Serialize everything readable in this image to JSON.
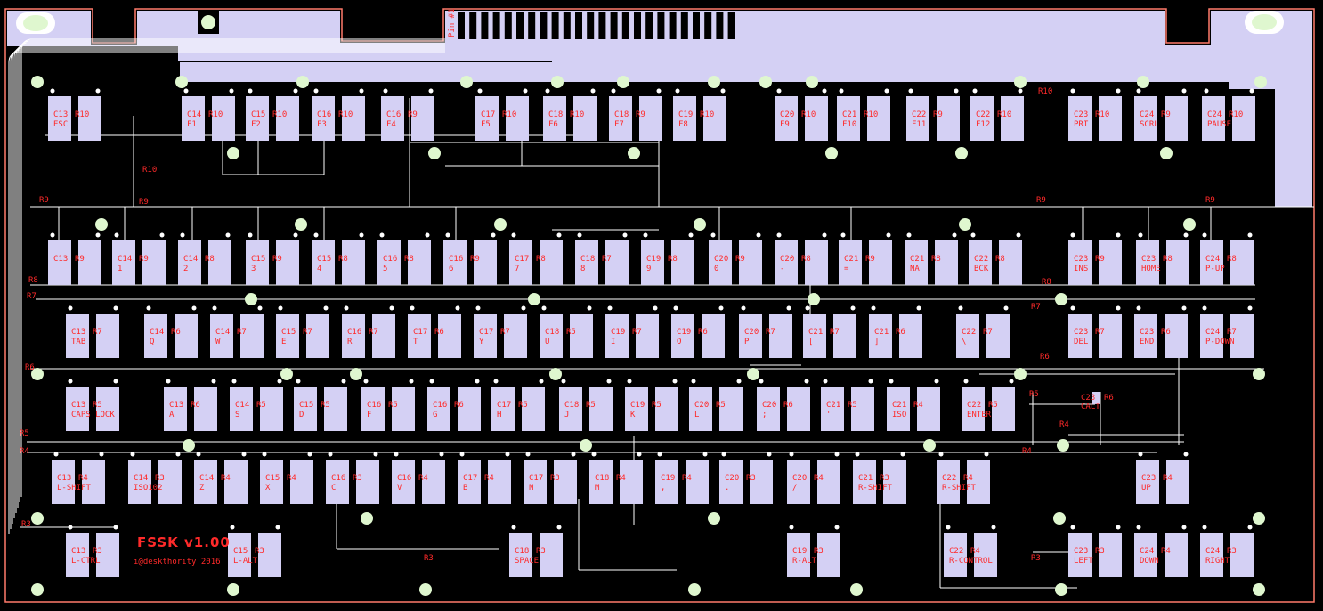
{
  "board": {
    "title": "FSSK v1.00",
    "credit": "i@deskthority 2016",
    "pin_label": "Pin #1",
    "colors": {
      "background": "#000000",
      "copper": "#d4d0f4",
      "silk": "#ff2a2a",
      "hole": "#dff7cf",
      "trace": "#ffffff"
    }
  },
  "row_labels": [
    {
      "text": "R10"
    },
    {
      "text": "R10"
    },
    {
      "text": "R9"
    },
    {
      "text": "R9"
    },
    {
      "text": "R9"
    },
    {
      "text": "R9"
    },
    {
      "text": "R8"
    },
    {
      "text": "R8"
    },
    {
      "text": "R7"
    },
    {
      "text": "R7"
    },
    {
      "text": "R6"
    },
    {
      "text": "R6"
    },
    {
      "text": "R5"
    },
    {
      "text": "R5"
    },
    {
      "text": "R4"
    },
    {
      "text": "R4"
    },
    {
      "text": "R4"
    },
    {
      "text": "R3"
    },
    {
      "text": "R3"
    },
    {
      "text": "R3"
    }
  ],
  "rows": [
    [
      {
        "c": "C13",
        "r": "R10",
        "k": "ESC"
      },
      {
        "c": "C14",
        "r": "R10",
        "k": "F1"
      },
      {
        "c": "C15",
        "r": "R10",
        "k": "F2"
      },
      {
        "c": "C16",
        "r": "R10",
        "k": "F3"
      },
      {
        "c": "C16",
        "r": "R9",
        "k": "F4"
      },
      {
        "c": "C17",
        "r": "R10",
        "k": "F5"
      },
      {
        "c": "C18",
        "r": "R10",
        "k": "F6"
      },
      {
        "c": "C18",
        "r": "R9",
        "k": "F7"
      },
      {
        "c": "C19",
        "r": "R10",
        "k": "F8"
      },
      {
        "c": "C20",
        "r": "R10",
        "k": "F9"
      },
      {
        "c": "C21",
        "r": "R10",
        "k": "F10"
      },
      {
        "c": "C22",
        "r": "R9",
        "k": "F11"
      },
      {
        "c": "C22",
        "r": "R10",
        "k": "F12"
      },
      {
        "c": "C23",
        "r": "R10",
        "k": "PRT"
      },
      {
        "c": "C24",
        "r": "R9",
        "k": "SCRL"
      },
      {
        "c": "C24",
        "r": "R10",
        "k": "PAUSE"
      }
    ],
    [
      {
        "c": "C13",
        "r": "R9",
        "k": ""
      },
      {
        "c": "C14",
        "r": "R9",
        "k": "1"
      },
      {
        "c": "C14",
        "r": "R8",
        "k": "2"
      },
      {
        "c": "C15",
        "r": "R9",
        "k": "3"
      },
      {
        "c": "C15",
        "r": "R8",
        "k": "4"
      },
      {
        "c": "C16",
        "r": "R8",
        "k": "5"
      },
      {
        "c": "C16",
        "r": "R9",
        "k": "6"
      },
      {
        "c": "C17",
        "r": "R8",
        "k": "7"
      },
      {
        "c": "C18",
        "r": "R7",
        "k": "8"
      },
      {
        "c": "C19",
        "r": "R8",
        "k": "9"
      },
      {
        "c": "C20",
        "r": "R9",
        "k": "0"
      },
      {
        "c": "C20",
        "r": "R8",
        "k": "-"
      },
      {
        "c": "C21",
        "r": "R9",
        "k": "="
      },
      {
        "c": "C21",
        "r": "R8",
        "k": "NA"
      },
      {
        "c": "C22",
        "r": "R8",
        "k": "BCK"
      },
      {
        "c": "C23",
        "r": "R9",
        "k": "INS"
      },
      {
        "c": "C23",
        "r": "R8",
        "k": "HOME"
      },
      {
        "c": "C24",
        "r": "R8",
        "k": "P-UP"
      }
    ],
    [
      {
        "c": "C13",
        "r": "R7",
        "k": "TAB"
      },
      {
        "c": "C14",
        "r": "R6",
        "k": "Q"
      },
      {
        "c": "C14",
        "r": "R7",
        "k": "W"
      },
      {
        "c": "C15",
        "r": "R7",
        "k": "E"
      },
      {
        "c": "C16",
        "r": "R7",
        "k": "R"
      },
      {
        "c": "C17",
        "r": "R6",
        "k": "T"
      },
      {
        "c": "C17",
        "r": "R7",
        "k": "Y"
      },
      {
        "c": "C18",
        "r": "R5",
        "k": "U"
      },
      {
        "c": "C19",
        "r": "R7",
        "k": "I"
      },
      {
        "c": "C19",
        "r": "R6",
        "k": "O"
      },
      {
        "c": "C20",
        "r": "R7",
        "k": "P"
      },
      {
        "c": "C21",
        "r": "R7",
        "k": "["
      },
      {
        "c": "C21",
        "r": "R6",
        "k": "]"
      },
      {
        "c": "C22",
        "r": "R7",
        "k": "\\"
      },
      {
        "c": "C23",
        "r": "R7",
        "k": "DEL"
      },
      {
        "c": "C23",
        "r": "R6",
        "k": "END"
      },
      {
        "c": "C24",
        "r": "R7",
        "k": "P-DOWN"
      }
    ],
    [
      {
        "c": "C13",
        "r": "R5",
        "k": "CAPS LOCK"
      },
      {
        "c": "C13",
        "r": "R6",
        "k": "A"
      },
      {
        "c": "C14",
        "r": "R5",
        "k": "S"
      },
      {
        "c": "C15",
        "r": "R5",
        "k": "D"
      },
      {
        "c": "C16",
        "r": "R5",
        "k": "F"
      },
      {
        "c": "C16",
        "r": "R6",
        "k": "G"
      },
      {
        "c": "C17",
        "r": "R5",
        "k": "H"
      },
      {
        "c": "C18",
        "r": "R5",
        "k": "J"
      },
      {
        "c": "C19",
        "r": "R5",
        "k": "K"
      },
      {
        "c": "C20",
        "r": "R5",
        "k": "L"
      },
      {
        "c": "C20",
        "r": "R6",
        "k": ";"
      },
      {
        "c": "C21",
        "r": "R5",
        "k": "'"
      },
      {
        "c": "C21",
        "r": "R4",
        "k": "ISO"
      },
      {
        "c": "C22",
        "r": "R5",
        "k": "ENTER"
      }
    ],
    [
      {
        "c": "C13",
        "r": "R4",
        "k": "L-SHIFT"
      },
      {
        "c": "C14",
        "r": "R3",
        "k": "ISO102"
      },
      {
        "c": "C14",
        "r": "R4",
        "k": "Z"
      },
      {
        "c": "C15",
        "r": "R4",
        "k": "X"
      },
      {
        "c": "C16",
        "r": "R3",
        "k": "C"
      },
      {
        "c": "C16",
        "r": "R4",
        "k": "V"
      },
      {
        "c": "C17",
        "r": "R4",
        "k": "B"
      },
      {
        "c": "C17",
        "r": "R3",
        "k": "N"
      },
      {
        "c": "C18",
        "r": "R4",
        "k": "M"
      },
      {
        "c": "C19",
        "r": "R4",
        "k": ","
      },
      {
        "c": "C20",
        "r": "R3",
        "k": "."
      },
      {
        "c": "C20",
        "r": "R4",
        "k": "/"
      },
      {
        "c": "C21",
        "r": "R3",
        "k": "R-SHIFT"
      },
      {
        "c": "C22",
        "r": "R4",
        "k": "R-SHIFT"
      },
      {
        "c": "C23",
        "r": "R4",
        "k": "UP"
      }
    ],
    [
      {
        "c": "C13",
        "r": "R3",
        "k": "L-CTRL"
      },
      {
        "c": "C15",
        "r": "R3",
        "k": "L-ALT"
      },
      {
        "c": "C18",
        "r": "R3",
        "k": "SPACE"
      },
      {
        "c": "C19",
        "r": "R3",
        "k": "R-ALT"
      },
      {
        "c": "C22",
        "r": "R4",
        "k": "R-CONTROL"
      },
      {
        "c": "C23",
        "r": "R3",
        "k": "LEFT"
      },
      {
        "c": "C24",
        "r": "R4",
        "k": "DOWN"
      },
      {
        "c": "C24",
        "r": "R3",
        "k": "RIGHT"
      }
    ]
  ],
  "extra_switch": {
    "c": "C23",
    "r": "R6",
    "k": "CALT"
  }
}
